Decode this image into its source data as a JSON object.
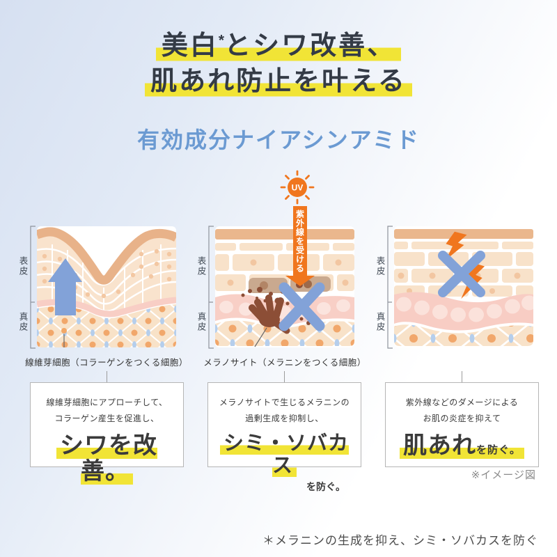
{
  "header": {
    "title_line1": {
      "pre": "美白",
      "sup": "*",
      "post": "とシワ改善、"
    },
    "title_line2": "肌あれ防止を叶える",
    "subtitle": "有効成分ナイアシンアミド"
  },
  "uv": {
    "sun_label": "UV",
    "arrow_label": "紫外線を受ける"
  },
  "panels": [
    {
      "id": "wrinkle",
      "epidermis_label": "表皮",
      "dermis_label": "真皮",
      "caption": "線維芽細胞（コラーゲンをつくる細胞）"
    },
    {
      "id": "spots",
      "epidermis_label": "表皮",
      "dermis_label": "真皮",
      "caption": "メラノサイト（メラニンをつくる細胞）"
    },
    {
      "id": "roughness",
      "epidermis_label": "表皮",
      "dermis_label": "真皮"
    }
  ],
  "boxes": [
    {
      "line1": "線維芽細胞にアプローチして、",
      "line2": "コラーゲン産生を促進し、",
      "highlight": "シワを改善。"
    },
    {
      "line1": "メラノサイトで生じるメラニンの",
      "line2": "過剰生成を抑制し、",
      "highlight": "シミ・ソバカス",
      "suffix": "を防ぐ。"
    },
    {
      "line1": "紫外線などのダメージによる",
      "line2": "お肌の炎症を抑えて",
      "highlight": "肌あれ",
      "suffix": "を防ぐ。"
    }
  ],
  "notes": {
    "image_note": "※イメージ図",
    "footnote": "＊メラニンの生成を抑え、シミ・ソバカスを防ぐ"
  },
  "colors": {
    "accent_orange": "#F0761E",
    "accent_blue": "#82A2D8",
    "highlight_yellow": "#F1E436",
    "title_text": "#343B46",
    "subtitle_blue": "#6B9AD2",
    "melanin_brown": "#8C4E36",
    "skin_band": "#E8B289",
    "skin_cell": "#F8E2CA",
    "pink_layer": "#F8CFC6"
  }
}
